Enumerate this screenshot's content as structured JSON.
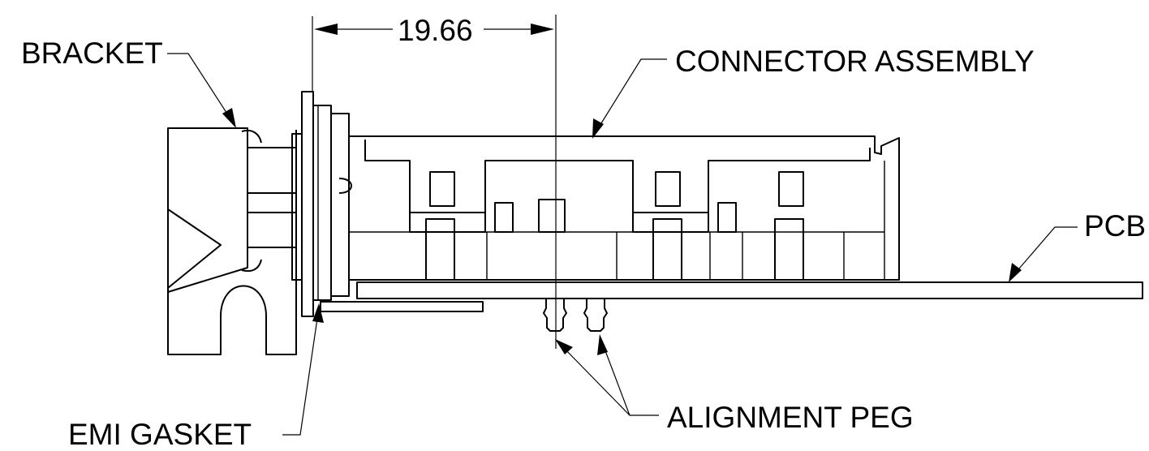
{
  "labels": {
    "dimension": "19.66",
    "bracket": "BRACKET",
    "connector_assembly": "CONNECTOR ASSEMBLY",
    "pcb": "PCB",
    "emi_gasket": "EMI GASKET",
    "alignment_peg": "ALIGNMENT PEG"
  },
  "colors": {
    "line": "#000000",
    "background": "#ffffff"
  }
}
